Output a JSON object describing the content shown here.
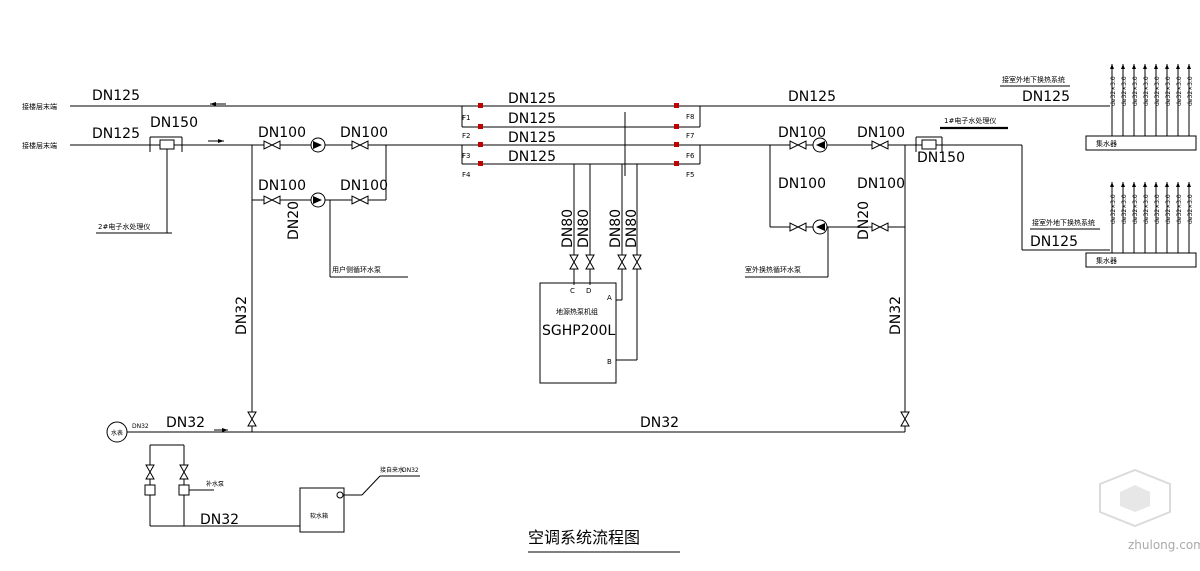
{
  "diagram": {
    "title": "空调系统流程图",
    "watermark": "zhulong.com",
    "pipe_labels": {
      "top_left_dn125": "DN125",
      "mid_left_dn125": "DN125",
      "dn150_left": "DN150",
      "header_dn125_top": "DN125",
      "header_dn125_2": "DN125",
      "header_dn125_3": "DN125",
      "header_dn125_4": "DN125",
      "right_top_dn125": "DN125",
      "right_branch_dn125_a": "DN125",
      "right_branch_dn125_b": "DN125",
      "dn150_right": "DN150",
      "dn32_left_vertical": "DN32",
      "dn32_right_vertical": "DN32",
      "dn32_bottom_left": "DN32",
      "dn32_bottom_center": "DN32",
      "dn32_meter": "DN32",
      "dn32_tank": "DN32",
      "dn32_tank_in": "DN32",
      "dn80_1": "DN80",
      "dn80_2": "DN80",
      "dn80_3": "DN80",
      "dn80_4": "DN80"
    },
    "pump_labels": {
      "lp1_in": "DN100",
      "lp1_out": "DN100",
      "lp2_in": "DN100",
      "lp2_out": "DN100",
      "lp_dn20": "DN20",
      "rp1_in": "DN100",
      "rp1_out": "DN100",
      "rp2_in": "DN100",
      "rp2_out": "DN100",
      "rp_dn20": "DN20"
    },
    "header_ports": [
      "F1",
      "F2",
      "F3",
      "F4",
      "F5",
      "F6",
      "F7",
      "F8"
    ],
    "small_text": {
      "supply_left": "接楼层末端",
      "return_left": "接楼层末端",
      "processor_left": "2#电子水处理仪",
      "processor_right": "1#电子水处理仪",
      "user_pump": "用户侧循环水泵",
      "outdoor_pump": "室外换热循环水泵",
      "outdoor_top": "接室外地下换热系统",
      "outdoor_bottom": "接室外地下换热系统",
      "collector_top": "集水器",
      "collector_bottom": "集水器",
      "meter": "水表",
      "tank": "软水箱",
      "tank_inlet": "接自来水",
      "valve_side": "补水泵"
    },
    "unit": {
      "name": "地源热泵机组",
      "model": "SGHP200L",
      "port_a": "A",
      "port_b": "B",
      "port_c": "C",
      "port_d": "D"
    },
    "loop_pipe_label": "de32×3.0"
  }
}
